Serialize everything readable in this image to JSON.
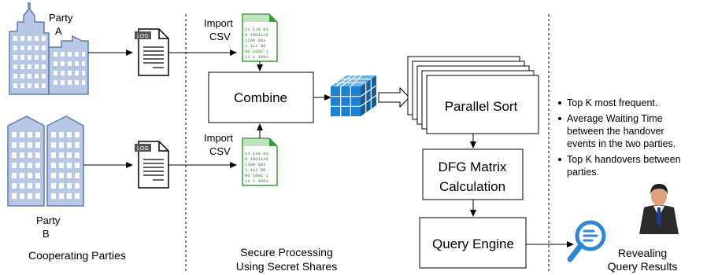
{
  "parties": {
    "a_label_line1": "Party",
    "a_label_line2": "A",
    "b_label_line1": "Party",
    "b_label_line2": "B",
    "section_label": "Cooperating Parties"
  },
  "log_tag": "LOG",
  "import": {
    "top_line1": "Import",
    "top_line2": "CSV",
    "bottom_line1": "Import",
    "bottom_line2": "CSV"
  },
  "csv_rows": [
    "11 110 01",
    "0 1001110",
    "1100 001",
    "1 111 00",
    "00 1001 1",
    "11 1 1001"
  ],
  "combine_label": "Combine",
  "secure": {
    "line1": "Secure Processing",
    "line2": "Using Secret Shares"
  },
  "parallel_sort_label": "Parallel Sort",
  "dfg": {
    "line1": "DFG Matrix",
    "line2": "Calculation"
  },
  "query_engine_label": "Query Engine",
  "results": [
    "Top K most frequent.",
    [
      "Average Waiting Time",
      "between the handover",
      "events in the two parties."
    ],
    [
      "Top K handovers between",
      "parties."
    ]
  ],
  "revealing": {
    "line1": "Revealing",
    "line2": "Query Results"
  },
  "colors": {
    "building_fill": "#b7c7e4",
    "building_stroke": "#5f7bb0",
    "window": "#ffffff",
    "cube_blue": "#1f7fd1",
    "search_blue": "#2f86d6",
    "csv_green": "#3a9b3a"
  }
}
